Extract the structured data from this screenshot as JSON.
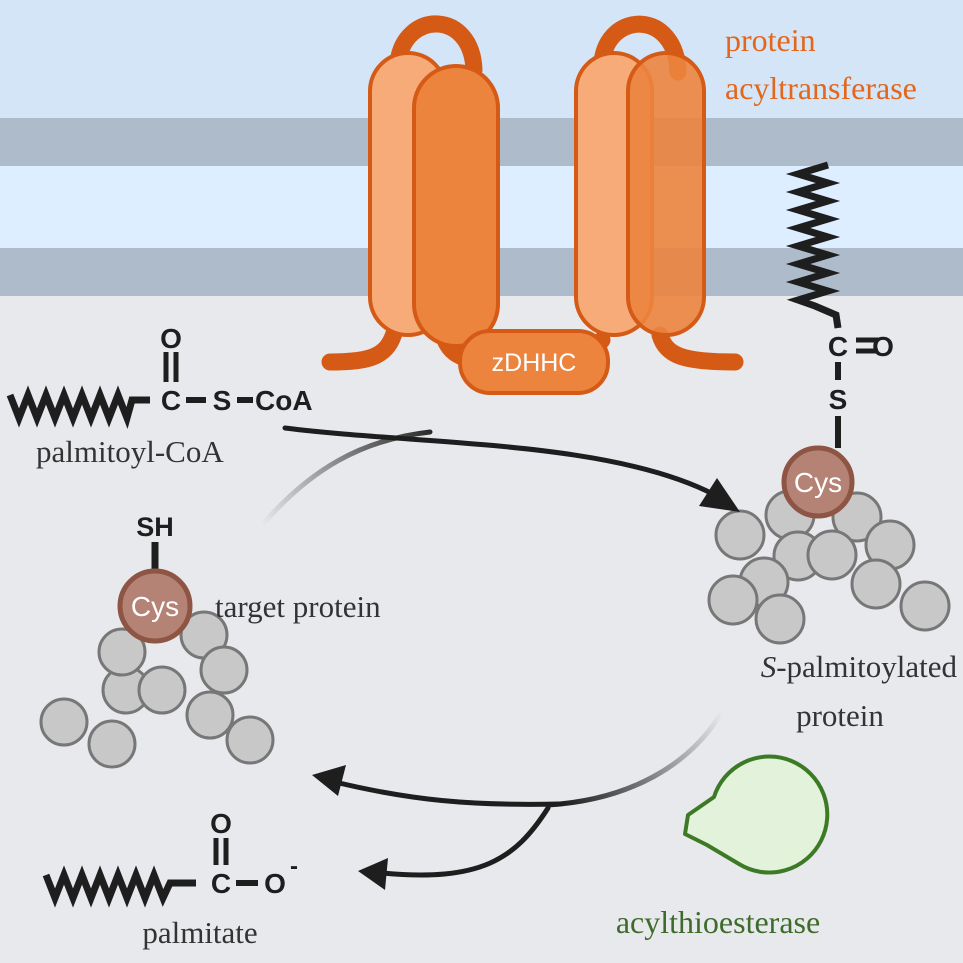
{
  "labels": {
    "enzyme_title_line1": "protein",
    "enzyme_title_line2": "acyltransferase",
    "domain": "zDHHC",
    "palmitoyl_coa": "palmitoyl-CoA",
    "target_protein": "target protein",
    "s_prefix": "S",
    "palmitoylated_line1_rest": "-palmitoylated",
    "palmitoylated_line2": "protein",
    "palmitate": "palmitate",
    "thioesterase": "acylthioesterase"
  },
  "chemistry": {
    "coa_oxygen": "O",
    "coa_carbon": "C",
    "coa_sulfur": "S",
    "coa_group": "CoA",
    "thiol": "SH",
    "residue_left": "Cys",
    "residue_right": "Cys",
    "thioester_carbon": "C",
    "thioester_oxygen": "O",
    "thioester_sulfur": "S",
    "acid_oxygen_top": "O",
    "acid_carbon": "C",
    "acid_oxygen": "O",
    "acid_charge": "-"
  },
  "colors": {
    "periplasm": "#d3e5f7",
    "membrane_band": "#adbbca",
    "membrane_core": "#dceeff",
    "cytoplasm": "#e8e9ed",
    "protein_light": "#f6ab78",
    "protein_dark": "#ec843e",
    "protein_stroke": "#d45a15",
    "enzyme_text": "#e3661a",
    "residue_fill": "#b58375",
    "residue_stroke": "#8e5444",
    "bead_fill": "#c8c8c8",
    "bead_stroke": "#777777",
    "thioesterase_fill": "#e3f3db",
    "thioesterase_stroke": "#3d7a26",
    "thioesterase_text": "#3d6b2a",
    "arrow": "#1e1e1e"
  }
}
